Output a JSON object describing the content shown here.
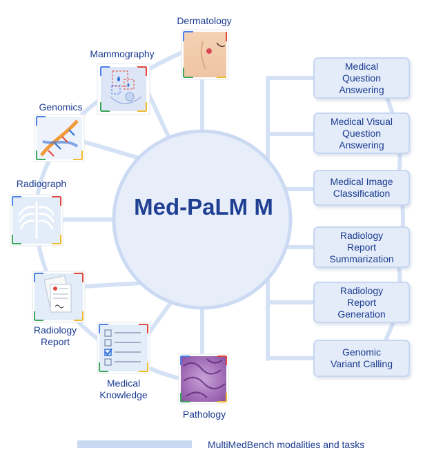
{
  "center": {
    "title": "Med-PaLM M"
  },
  "modalities": {
    "dermatology": "Dermatology",
    "mammography": "Mammography",
    "genomics": "Genomics",
    "radiograph": "Radiograph",
    "radiology_report": [
      "Radiology",
      "Report"
    ],
    "medical_knowledge": [
      "Medical",
      "Knowledge"
    ],
    "pathology": "Pathology"
  },
  "tasks": [
    [
      "Medical",
      "Question",
      "Answering"
    ],
    [
      "Medical Visual",
      "Question",
      "Answering"
    ],
    [
      "Medical Image",
      "Classification"
    ],
    [
      "Radiology",
      "Report",
      "Summarization"
    ],
    [
      "Radiology",
      "Report",
      "Generation"
    ],
    [
      "Genomic",
      "Variant Calling"
    ]
  ],
  "legend": {
    "label": "MultiMedBench modalities and tasks"
  },
  "colors": {
    "connector": "#d5e1f4",
    "circle_fill": "#e7eefa",
    "text": "#1a3a8f",
    "title": "#1f3f93",
    "frame_blue": "#4a82e8",
    "frame_red": "#e0483c",
    "frame_green": "#3ea85a",
    "frame_yellow": "#f2bb2d"
  },
  "icons": [
    "skin-patch-icon",
    "mammogram-icon",
    "dna-helix-icon",
    "chest-xray-icon",
    "report-document-icon",
    "checklist-icon",
    "histology-slide-icon"
  ]
}
